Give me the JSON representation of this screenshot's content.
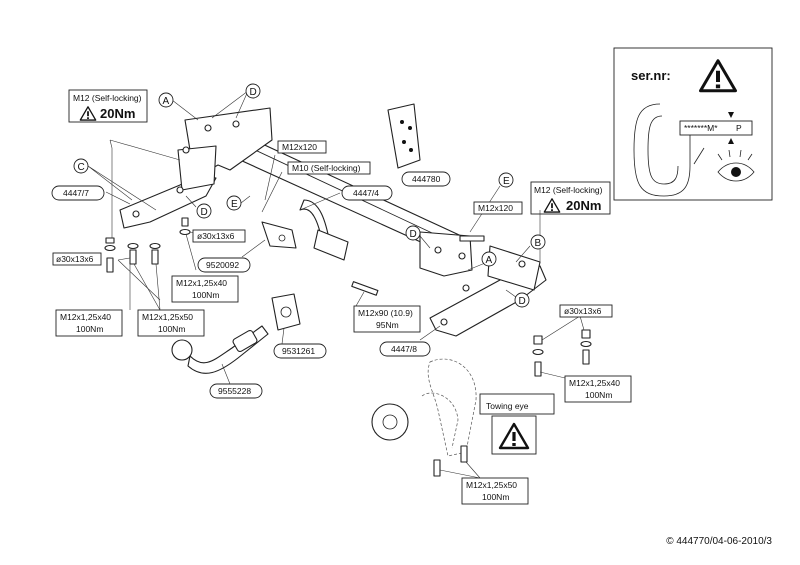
{
  "serial": {
    "title": "ser.nr:",
    "code_stars": "*******M*",
    "code_p": "P"
  },
  "torque_notes": {
    "left": {
      "bolt": "M12 (Self-locking)",
      "torque": "20Nm"
    },
    "right": {
      "bolt": "M12 (Self-locking)",
      "torque": "20Nm"
    }
  },
  "callouts": {
    "A": "A",
    "B": "B",
    "C": "C",
    "D": "D",
    "E": "E"
  },
  "parts": {
    "p4447_7": "4447/7",
    "p4447_4": "4447/4",
    "p4447_8": "4447/8",
    "p444780": "444780",
    "p9520092": "9520092",
    "p9531261": "9531261",
    "p9555228": "9555228"
  },
  "fasteners": {
    "m12x120_top": "M12x120",
    "m10_self": "M10 (Self-locking)",
    "m12x120_right": "M12x120",
    "washer_left": "ø30x13x6",
    "washer_mid": "ø30x13x6",
    "washer_right": "ø30x13x6",
    "bolt_left": {
      "size": "M12x1,25x40",
      "torque": "100Nm"
    },
    "bolt_left2": {
      "size": "M12x1,25x50",
      "torque": "100Nm"
    },
    "bolt_mid": {
      "size": "M12x1,25x40",
      "torque": "100Nm"
    },
    "bolt_center": {
      "size": "M12x90 (10.9)",
      "torque": "95Nm"
    },
    "bolt_right": {
      "size": "M12x1,25x40",
      "torque": "100Nm"
    },
    "bolt_bottom": {
      "size": "M12x1,25x50",
      "torque": "100Nm"
    }
  },
  "towing_eye": "Towing eye",
  "copyright": "© 444770/04-06-2010/3"
}
